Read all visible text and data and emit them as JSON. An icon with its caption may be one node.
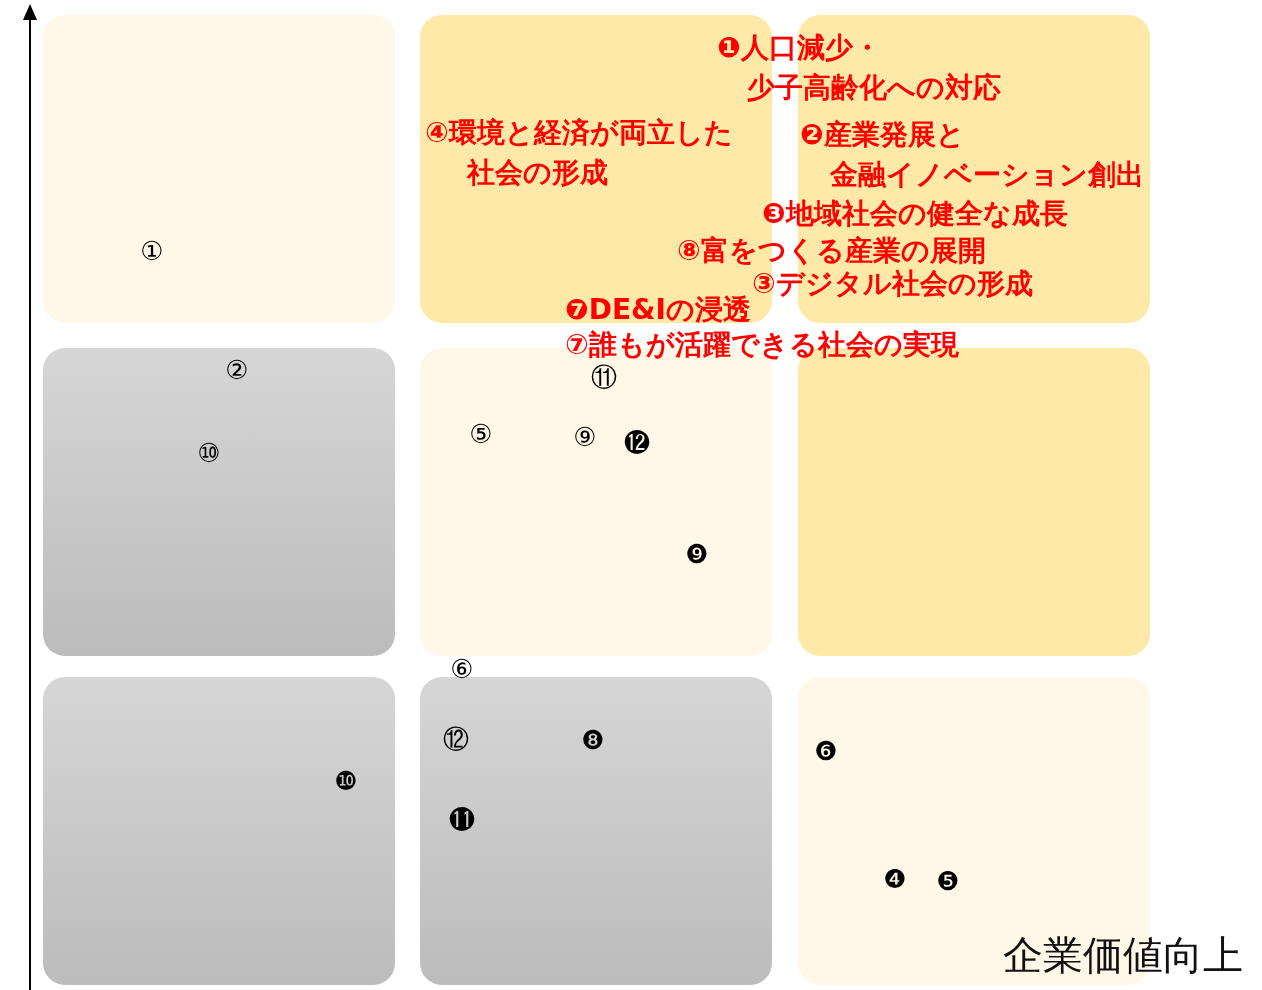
{
  "diagram": {
    "nodes": [
      {
        "text": [],
        "shape": "box"
      },
      {
        "text": [],
        "shape": "box"
      },
      {
        "text": [],
        "shape": "box"
      },
      {
        "text": [],
        "shape": "box"
      },
      {
        "text": [],
        "shape": "box"
      },
      {
        "text": [],
        "shape": "box"
      },
      {
        "text": [],
        "shape": "box"
      },
      {
        "text": [],
        "shape": "box"
      },
      {
        "text": [],
        "shape": "box"
      }
    ],
    "labels": [
      "❶人口減少・少子高齢化への対応",
      "④環境と経済が両立した社会の形成",
      "❷産業発展と金融イノベーション創出",
      "❸地域社会の健全な成長",
      "①",
      "⑧富をつくる産業の展開",
      "③デジタル社会の形成",
      "❼DE&Iの浸透",
      "⑦誰もが活躍できる社会の実現",
      "②",
      "⑪",
      "⑤",
      "⑨",
      "⓬",
      "⑩",
      "❾",
      "⑥",
      "⑫",
      "❽",
      "❻",
      "❿",
      "⓫",
      "❹",
      "❺",
      "企業価値向上"
    ]
  }
}
